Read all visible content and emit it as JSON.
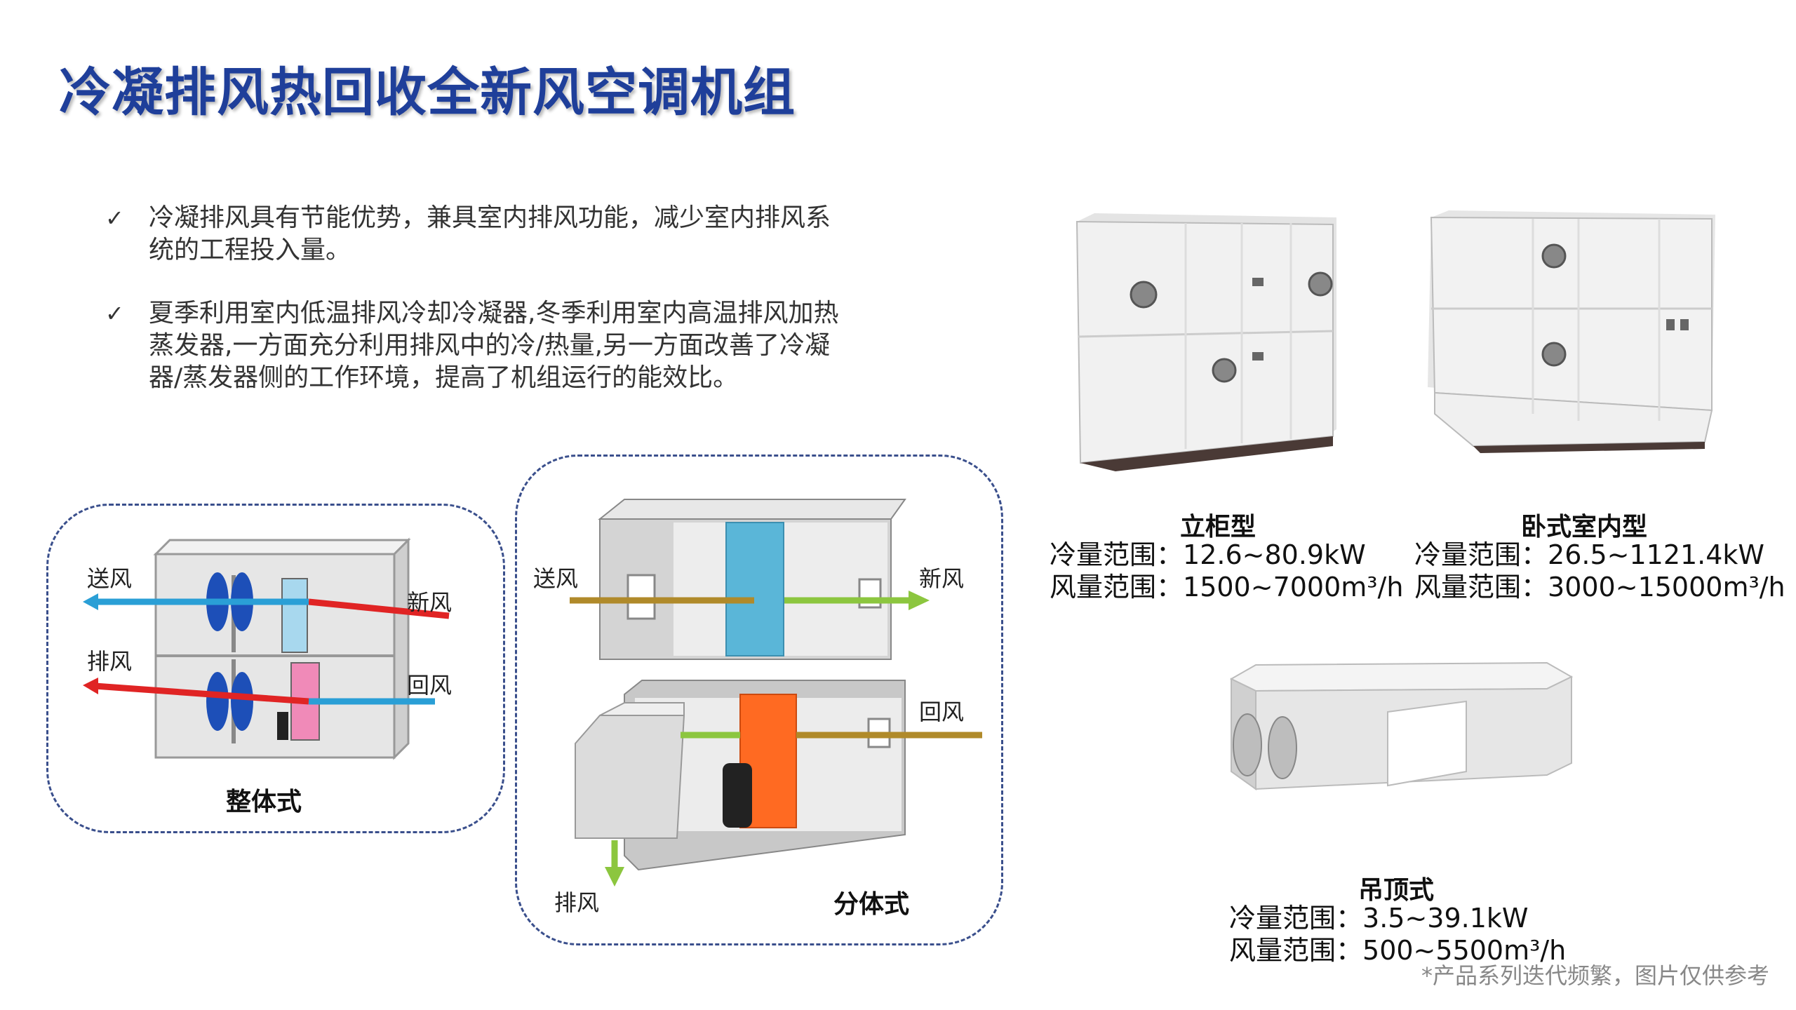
{
  "title": "冷凝排风热回收全新风空调机组",
  "bullets": [
    {
      "icon": "check-icon",
      "text": "冷凝排风具有节能优势，兼具室内排风功能，减少室内排风系统的工程投入量。"
    },
    {
      "icon": "check-icon",
      "text": "夏季利用室内低温排风冷却冷凝器,冬季利用室内高温排风加热蒸发器,一方面充分利用排风中的冷/热量,另一方面改善了冷凝器/蒸发器侧的工作环境，提高了机组运行的能效比。"
    }
  ],
  "diagram_integrated": {
    "labels": {
      "supply": "送风",
      "fresh": "新风",
      "exhaust": "排风",
      "return": "回风"
    },
    "caption": "整体式"
  },
  "diagram_split": {
    "labels": {
      "supply": "送风",
      "fresh": "新风",
      "return": "回风",
      "exhaust": "排风"
    },
    "caption": "分体式"
  },
  "products": [
    {
      "name": "立柜型",
      "cooling_label": "冷量范围：",
      "cooling": "12.6~80.9kW",
      "airflow_label": "风量范围：",
      "airflow": "1500~7000m³/h"
    },
    {
      "name": "卧式室内型",
      "cooling_label": "冷量范围：",
      "cooling": "26.5~1121.4kW",
      "airflow_label": "风量范围：",
      "airflow": "3000~15000m³/h"
    },
    {
      "name": "吊顶式",
      "cooling_label": "冷量范围：",
      "cooling": "3.5~39.1kW",
      "airflow_label": "风量范围：",
      "airflow": "500~5500m³/h"
    }
  ],
  "footnote": "*产品系列迭代频繁，图片仅供参考",
  "colors": {
    "title": "#1f3f9a",
    "panel_border": "#3a4f8c",
    "cold_arrow": "#2a9fd6",
    "hot_arrow": "#e02424",
    "green_arrow": "#8cc63f",
    "brown_line": "#b08a2a"
  }
}
